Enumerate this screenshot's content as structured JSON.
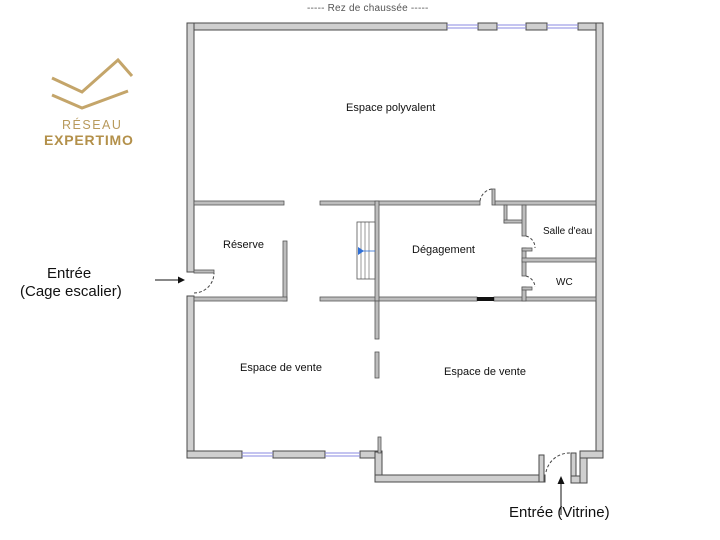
{
  "header": {
    "title": "----- Rez de chaussée -----"
  },
  "logo": {
    "line1": "RÉSEAU",
    "line2": "EXPERTIMO",
    "color": "#b3904a"
  },
  "rooms": {
    "espace_polyvalent": "Espace polyvalent",
    "reserve": "Réserve",
    "degagement": "Dégagement",
    "salle_deau": "Salle d'eau",
    "wc": "WC",
    "espace_vente_left": "Espace de vente",
    "espace_vente_right": "Espace de vente"
  },
  "annotations": {
    "entree_escalier_line1": "Entrée",
    "entree_escalier_line2": "(Cage escalier)",
    "entree_vitrine": "Entrée (Vitrine)"
  },
  "colors": {
    "wall_fill": "#cfcfcf",
    "wall_stroke": "#4a4a4a",
    "window": "#8a8ae0",
    "stair_arrow": "#2f6fd6"
  }
}
